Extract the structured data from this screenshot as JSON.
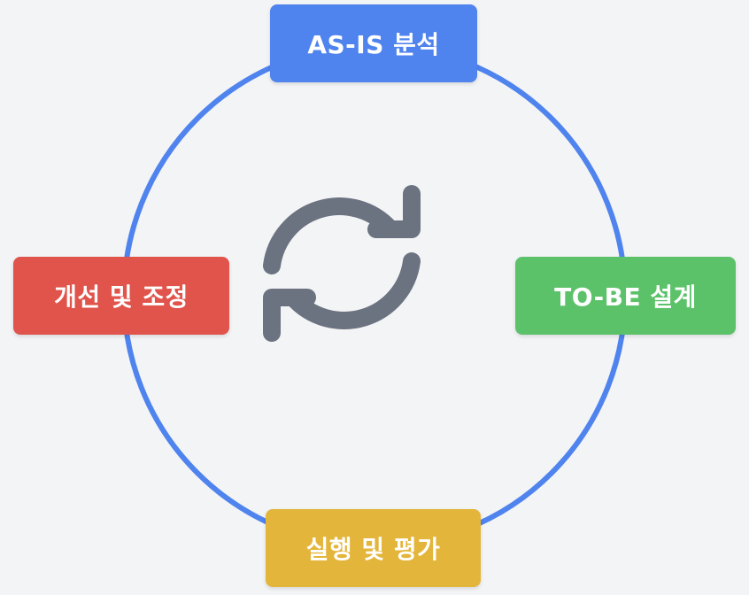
{
  "colors": {
    "background": "#f3f4f6",
    "cycle_ring": "#4f83ee",
    "center_icon": "#6b7280",
    "as_is": "#4f83ee",
    "to_be": "#5cc26a",
    "execute": "#e3b53a",
    "improve": "#e0544c",
    "title_text": "#1f2937"
  },
  "title_fragment": "",
  "center_icon": "sync-arrows-icon",
  "stages": {
    "top": {
      "label": "AS-IS 분석"
    },
    "right": {
      "label": "TO-BE 설계"
    },
    "bottom": {
      "label": "실행 및 평가"
    },
    "left": {
      "label": "개선 및 조정"
    }
  }
}
